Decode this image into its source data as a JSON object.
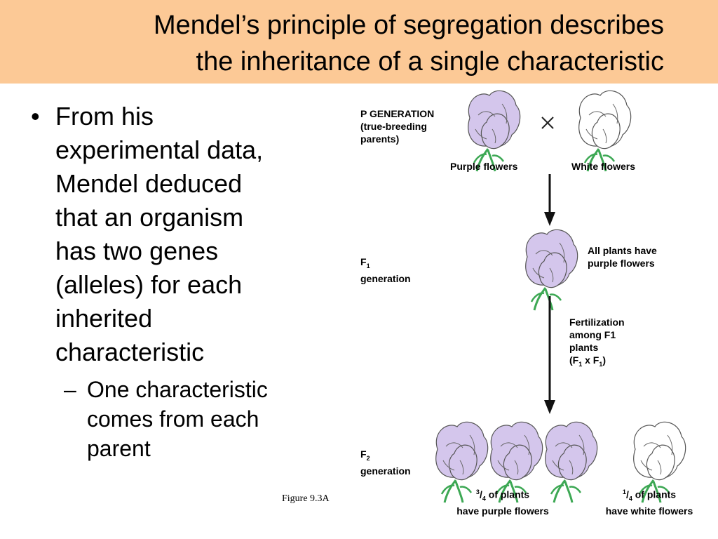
{
  "slide": {
    "title_line1": "Mendel’s principle of segregation describes",
    "title_line2": "the inheritance of a single characteristic",
    "bullet_lines": [
      "From his",
      "experimental data,",
      "Mendel deduced",
      "that an organism",
      "has two genes",
      "(alleles) for each",
      "inherited",
      "characteristic"
    ],
    "sub_bullet_lines": [
      "One characteristic",
      "comes from each",
      "parent"
    ],
    "bullet_symbol": "•",
    "dash_symbol": "–",
    "figure_caption": "Figure 9.3A"
  },
  "diagram": {
    "p_generation": [
      "P GENERATION",
      "(true-breeding",
      "parents)"
    ],
    "cross_symbol": "×",
    "purple_label": "Purple flowers",
    "white_label": "White flowers",
    "f1_label_main": "F",
    "f1_label_sub": "1",
    "generation_word": "generation",
    "f1_result": [
      "All plants have",
      "purple flowers"
    ],
    "fertilization": [
      "Fertilization",
      "among F1",
      "plants"
    ],
    "fert_cross": {
      "open": "(F",
      "sub1": "1",
      "mid": " x F",
      "sub2": "1",
      "close": ")"
    },
    "f2_label_main": "F",
    "f2_label_sub": "2",
    "f2_purple": {
      "numerator": "3",
      "slash": "/",
      "denominator": "4",
      "rest": " of plants",
      "line2": "have purple flowers"
    },
    "f2_white": {
      "numerator": "1",
      "slash": "/",
      "denominator": "4",
      "rest": " of plants",
      "line2": "have white flowers"
    },
    "colors": {
      "title_bg": "#fcc996",
      "purple_petal": "#d4c6ec",
      "white_petal": "#ffffff",
      "stem": "#3da854",
      "arrow": "#111111"
    },
    "icons": [
      "purple-flower-icon",
      "white-flower-icon",
      "down-arrow-icon",
      "cross-symbol-icon"
    ]
  }
}
